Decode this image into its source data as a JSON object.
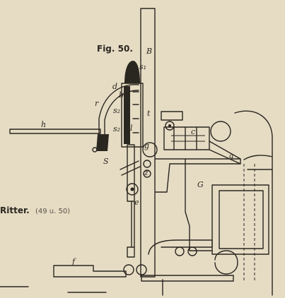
{
  "figure": {
    "title": "Fig. 50.",
    "caption_name": "Ritter.",
    "caption_ref": "(49 u. 50)"
  },
  "labels": {
    "B": "B",
    "s1": "s₁",
    "d": "d",
    "b": "b",
    "r": "r",
    "s2a": "s₂",
    "s2b": "s₂",
    "t": "t",
    "l": "l",
    "g": "g",
    "c": "c",
    "h": "h",
    "S": "S",
    "z": "z",
    "e": "e",
    "G": "G",
    "a": "a",
    "f": "f"
  }
}
